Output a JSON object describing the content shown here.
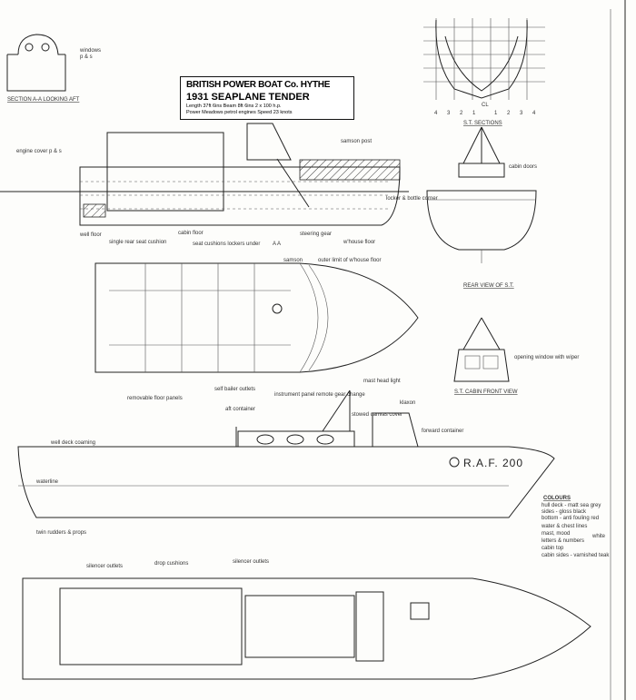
{
  "title_block": {
    "builder": "BRITISH POWER BOAT Co. HYTHE",
    "title": "1931 SEAPLANE TENDER",
    "spec_line1": "Length 37ft 6ins  Beam 8ft 6ins  2 x 100 h.p.",
    "spec_line2": "Power Meadows petrol engines  Speed 23 knots"
  },
  "views": {
    "section_aa": "SECTION A-A LOOKING AFT",
    "st_sections": "S.T. SECTIONS",
    "rear_view": "REAR VIEW OF S.T.",
    "cabin_front": "S.T. CABIN FRONT VIEW"
  },
  "labels": {
    "windows": "windows",
    "pbs": "p & s",
    "engine_cover": "engine cover p & s",
    "samson_post": "samson post",
    "locker": "locker & bottle corner",
    "well_floor": "well floor",
    "single_rear_seat": "single rear seat cushion",
    "cabin_floor": "cabin floor",
    "seat_cushions": "seat cushions lockers under",
    "aa": "A A",
    "steering_gear": "steering gear",
    "wheelhouse_floor": "w'house floor",
    "cabin_doors": "cabin doors",
    "samson_top": "samson",
    "outer_limit": "outer limit of w'house floor",
    "opening_window": "opening window with wiper",
    "removable_panels": "removable floor panels",
    "self_bailer": "self bailer outlets",
    "instrument_panel": "instrument panel remote gear change",
    "mast_head_light": "mast head light",
    "klaxon": "klaxon",
    "stowed_canvas": "stowed canvas cover",
    "aft_container": "aft container",
    "forward_container": "forward container",
    "well_deck": "well deck coaming",
    "waterline": "waterline",
    "rudders": "twin rudders & props",
    "registration": "R.A.F. 200",
    "silencer1": "silencer outlets",
    "drop_cushions": "drop cushions",
    "silencer2": "silencer outlets",
    "cl": "CL",
    "scale": [
      "4",
      "3",
      "2",
      "1",
      "1",
      "2",
      "3",
      "4"
    ]
  },
  "colours": {
    "heading": "COLOURS",
    "items": [
      "hull deck - matt sea grey",
      "sides - gloss black",
      "bottom - anti fouling red",
      "water & chest lines",
      "mast, mood",
      "letters & numbers",
      "cabin top",
      "cabin sides - varnished teak"
    ],
    "white_note": "white"
  }
}
